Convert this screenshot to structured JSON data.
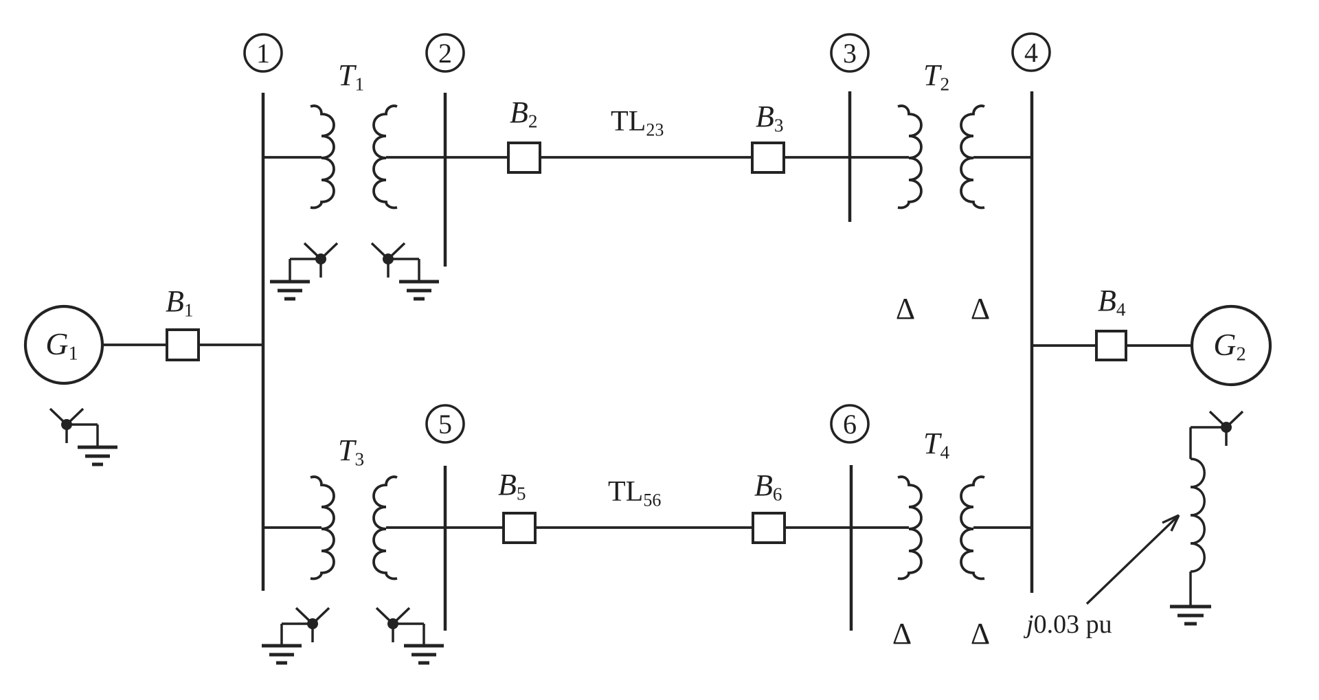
{
  "diagram": {
    "buses": {
      "bus1": "1",
      "bus2": "2",
      "bus3": "3",
      "bus4": "4",
      "bus5": "5",
      "bus6": "6"
    },
    "generators": {
      "g1": {
        "name": "G",
        "sub": "1"
      },
      "g2": {
        "name": "G",
        "sub": "2"
      }
    },
    "transformers": {
      "t1": {
        "name": "T",
        "sub": "1"
      },
      "t2": {
        "name": "T",
        "sub": "2"
      },
      "t3": {
        "name": "T",
        "sub": "3"
      },
      "t4": {
        "name": "T",
        "sub": "4"
      }
    },
    "breakers": {
      "b1": {
        "name": "B",
        "sub": "1"
      },
      "b2": {
        "name": "B",
        "sub": "2"
      },
      "b3": {
        "name": "B",
        "sub": "3"
      },
      "b4": {
        "name": "B",
        "sub": "4"
      },
      "b5": {
        "name": "B",
        "sub": "5"
      },
      "b6": {
        "name": "B",
        "sub": "6"
      }
    },
    "transmission_lines": {
      "tl23": {
        "name": "TL",
        "sub": "23"
      },
      "tl56": {
        "name": "TL",
        "sub": "56"
      }
    },
    "winding_symbols": {
      "delta": "Δ"
    },
    "annotations": {
      "reactor_impedance": {
        "prefix": "j",
        "value": "0.03 pu"
      }
    }
  }
}
